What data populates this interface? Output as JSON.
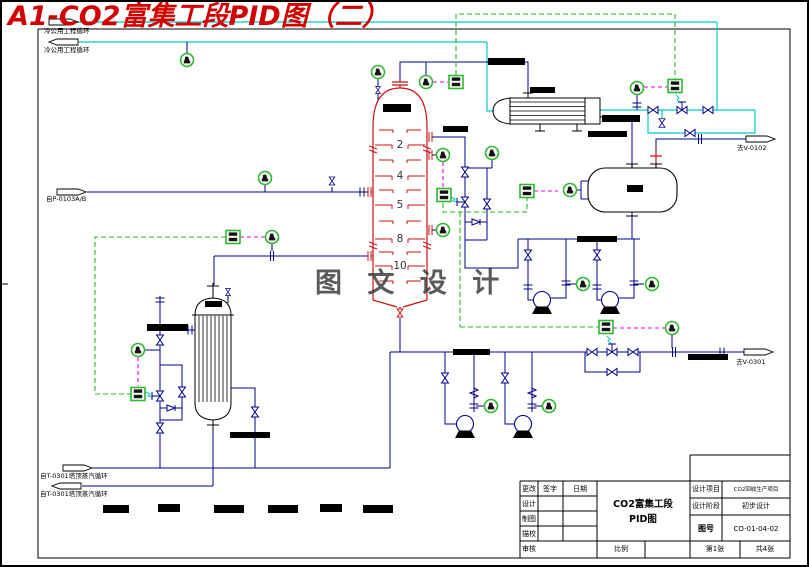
{
  "page": {
    "title": "A1-CO2富集工段PID图（二）",
    "watermark": "图 文 设 计"
  },
  "colors": {
    "title_red": "#d40000",
    "equipment_red": "#cc1111",
    "process_line": "#00008b",
    "utility_line": "#00cbcb",
    "signal_magenta": "#e800e8",
    "signal_green": "#22bb22",
    "instrument_green": "#2eb82e"
  },
  "utility": {
    "label_supply": "冷公用工程循环",
    "label_return": "冷公用工程循环"
  },
  "streams": {
    "from_pump": "自P-0103A/B",
    "to_v0102": "去V-0102",
    "to_v0301": "去V-0301",
    "from_t0301_top": "自T-0301塔顶蒸汽循环",
    "from_t0301_bottom": "自T-0301塔顶蒸汽循环"
  },
  "column": {
    "trays": [
      "2",
      "4",
      "5",
      "8",
      "10"
    ]
  },
  "titleblock": {
    "row_labels": [
      "更改",
      "设计",
      "制图",
      "描校",
      "审核"
    ],
    "sign_label": "签字",
    "date_label": "日期",
    "scale_label": "比例",
    "drawing_title_line1": "CO2富集工段",
    "drawing_title_line2": "PID图",
    "project_label": "设计项目",
    "project_value": "CO2回收生产项目",
    "stage_label": "设计阶段",
    "stage_value": "初步设计",
    "number_label": "图号",
    "number_value": "CO-01-04-02",
    "sheet_label": "第1张",
    "total_label": "共4张"
  }
}
